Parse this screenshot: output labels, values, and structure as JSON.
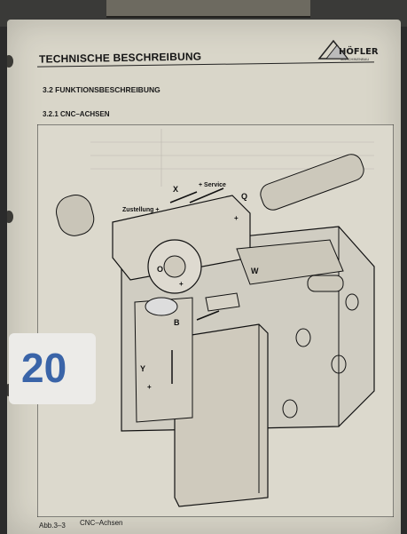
{
  "document": {
    "header_title": "TECHNISCHE BESCHREIBUNG",
    "logo_text": "HÖFLER",
    "logo_subtext": "MASCHINENBAU",
    "section_title": "3.2 FUNKTIONSBESCHREIBUNG",
    "subsection_title": "3.2.1 CNC–ACHSEN"
  },
  "figure": {
    "labels": {
      "x_axis": "X",
      "service": "+ Service",
      "zustellung": "Zustellung +",
      "q_axis": "Q",
      "w_axis": "W",
      "o_axis": "O",
      "b_axis": "B",
      "y_axis": "Y",
      "plus": "+",
      "plus_2": "+",
      "plus_3": "+"
    },
    "caption_id": "Abb.3–3",
    "caption_text": "CNC–Achsen"
  },
  "badge": {
    "number": "20"
  }
}
